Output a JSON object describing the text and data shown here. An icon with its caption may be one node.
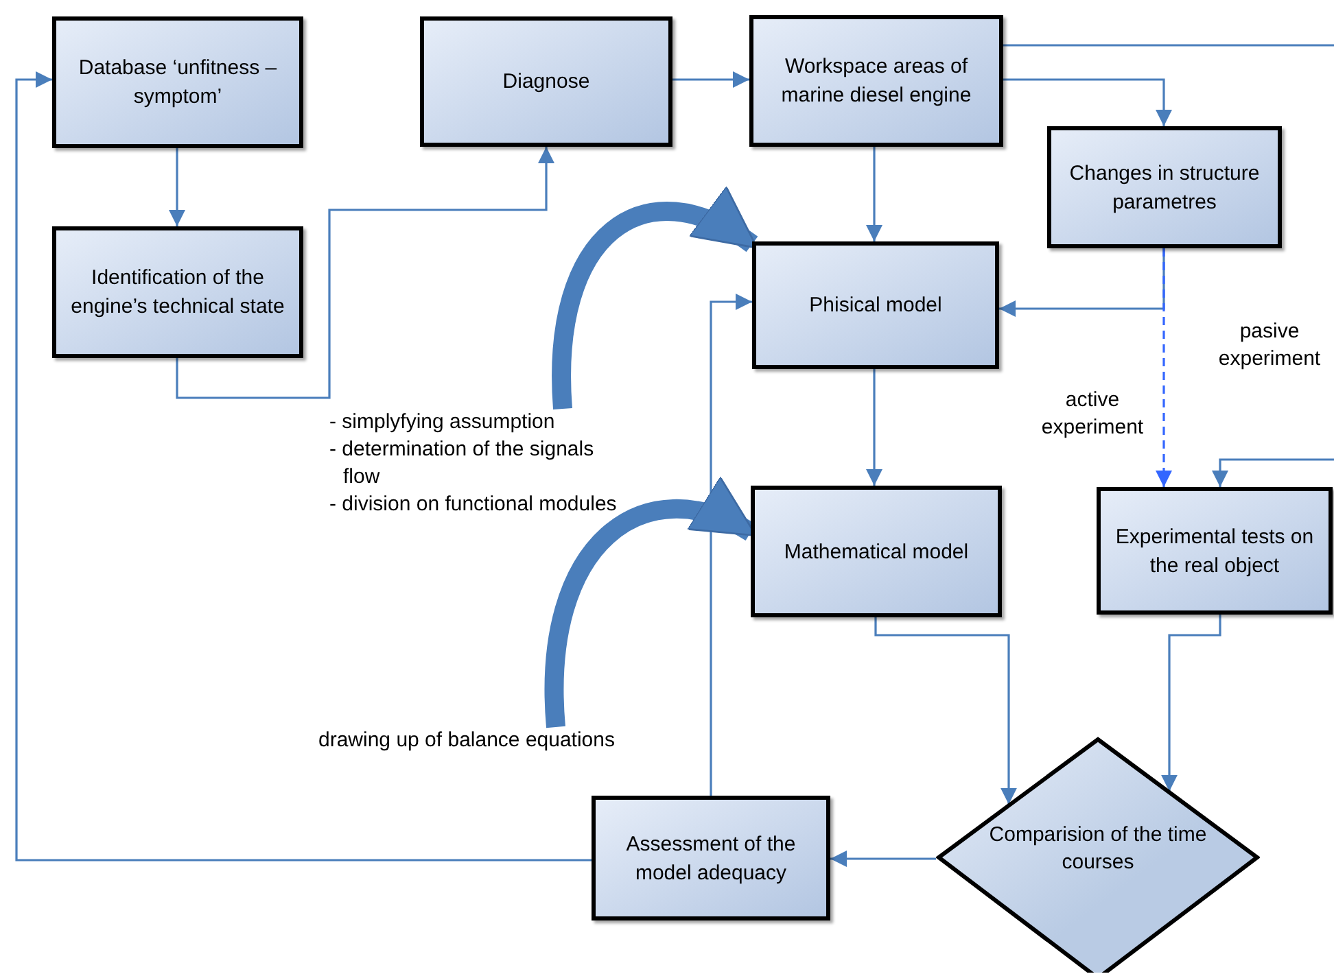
{
  "diagram": {
    "nodes": [
      {
        "text": [
          "Database ‘unfitness – symptom’"
        ]
      },
      {
        "text": [
          "Diagnose"
        ]
      },
      {
        "text": [
          "Workspace areas of marine diesel engine"
        ]
      },
      {
        "text": [
          "Identification of the engine’s technical state"
        ]
      },
      {
        "text": [
          "Changes in structure parametres"
        ]
      },
      {
        "text": [
          "Phisical model"
        ]
      },
      {
        "text": [
          "Mathematical model"
        ]
      },
      {
        "text": [
          "Experimental tests on the real object"
        ]
      },
      {
        "text": [
          "Comparision of the time courses"
        ]
      },
      {
        "text": [
          "Assessment of the model adequacy"
        ]
      },
      {
        "text": [
          "- simplyfying assumption",
          "- determination of the signals flow",
          "- division on functional modules"
        ]
      },
      {
        "text": [
          "drawing up of balance equations"
        ]
      }
    ],
    "edges": [
      {
        "from": 0,
        "to": 3,
        "arrow": "to"
      },
      {
        "from": 3,
        "to": 1,
        "arrow": "to"
      },
      {
        "from": 1,
        "to": 2,
        "arrow": "to"
      },
      {
        "from": 2,
        "to": 4,
        "arrow": "to"
      },
      {
        "from": 2,
        "to": 5,
        "arrow": "to"
      },
      {
        "from": 2,
        "to": null,
        "arrow": "none"
      },
      {
        "from": 4,
        "to": 5,
        "arrow": "to"
      },
      {
        "from": 4,
        "to": 7,
        "arrow": "to",
        "style": "dashed",
        "color": "#3366ff"
      },
      {
        "from": null,
        "to": 7,
        "arrow": "to"
      },
      {
        "from": 5,
        "to": 6,
        "arrow": "to"
      },
      {
        "from": 6,
        "to": 8,
        "arrow": "to"
      },
      {
        "from": 7,
        "to": 8,
        "arrow": "to"
      },
      {
        "from": 8,
        "to": 9,
        "arrow": "to"
      },
      {
        "from": 9,
        "to": 5,
        "arrow": "to"
      },
      {
        "from": 9,
        "to": 0,
        "arrow": "to"
      },
      {
        "from": 10,
        "to": 5,
        "arrow": "to",
        "style": "thick"
      },
      {
        "from": 11,
        "to": 6,
        "arrow": "to",
        "style": "thick"
      }
    ],
    "labels": [
      "active experiment",
      "pasive experiment"
    ]
  }
}
